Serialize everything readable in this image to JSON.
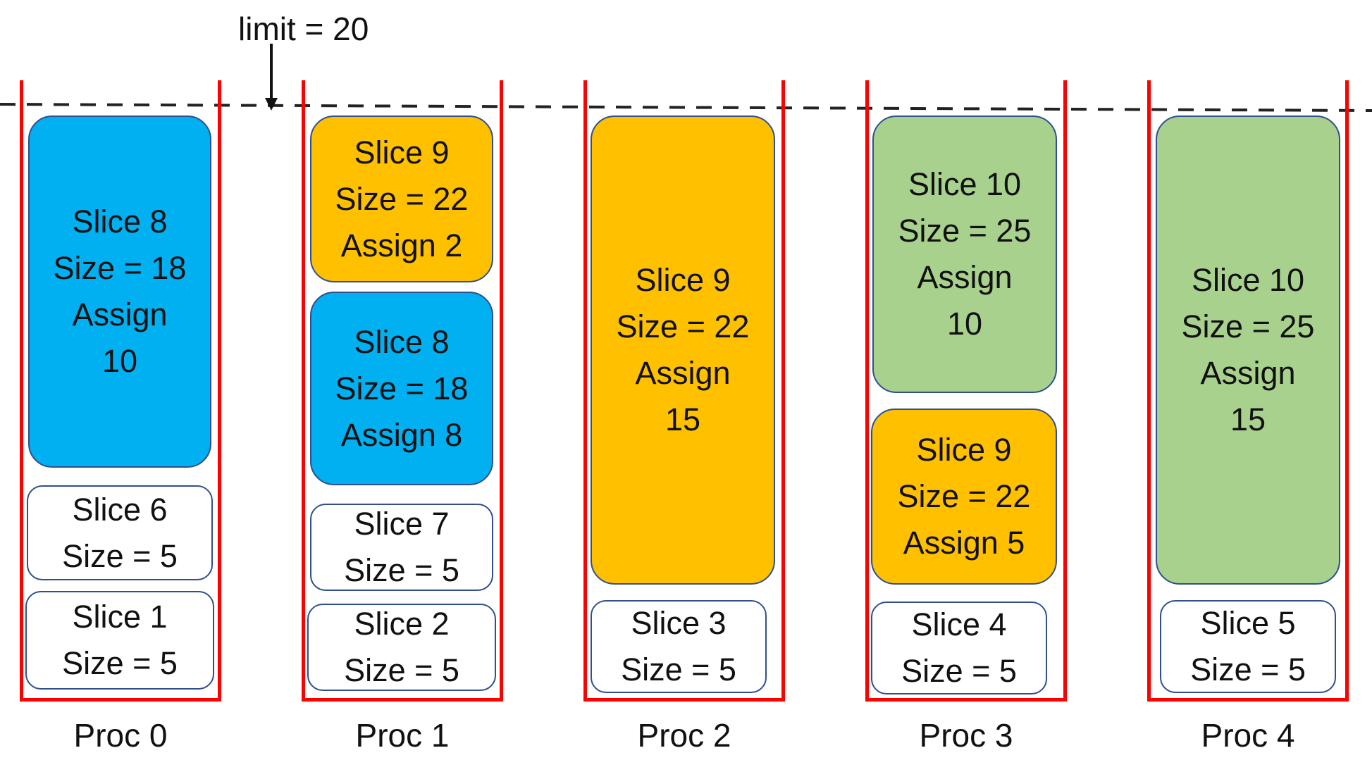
{
  "limit_label": "limit = 20",
  "colors": {
    "blue": "#00b0f0",
    "orange": "#ffc000",
    "green": "#a9d18e",
    "white": "#ffffff",
    "proc_border": "#ff0000",
    "slice_border": "#2f4f8f",
    "limit_line": "#222222"
  },
  "procs": [
    {
      "label": "Proc 0",
      "slices": [
        {
          "color": "blue",
          "lines": [
            "Slice 8",
            "Size = 18",
            "Assign",
            "10"
          ]
        },
        {
          "color": "white",
          "lines": [
            "Slice 6",
            "Size = 5"
          ]
        },
        {
          "color": "white",
          "lines": [
            "Slice 1",
            "Size = 5"
          ]
        }
      ]
    },
    {
      "label": "Proc 1",
      "slices": [
        {
          "color": "orange",
          "lines": [
            "Slice 9",
            "Size = 22",
            "Assign 2"
          ]
        },
        {
          "color": "blue",
          "lines": [
            "Slice 8",
            "Size = 18",
            "Assign 8"
          ]
        },
        {
          "color": "white",
          "lines": [
            "Slice 7",
            "Size = 5"
          ]
        },
        {
          "color": "white",
          "lines": [
            "Slice 2",
            "Size = 5"
          ]
        }
      ]
    },
    {
      "label": "Proc 2",
      "slices": [
        {
          "color": "orange",
          "lines": [
            "Slice 9",
            "Size = 22",
            "Assign",
            "15"
          ]
        },
        {
          "color": "white",
          "lines": [
            "Slice 3",
            "Size = 5"
          ]
        }
      ]
    },
    {
      "label": "Proc 3",
      "slices": [
        {
          "color": "green",
          "lines": [
            "Slice 10",
            "Size = 25",
            "Assign",
            "10"
          ]
        },
        {
          "color": "orange",
          "lines": [
            "Slice 9",
            "Size = 22",
            "Assign 5"
          ]
        },
        {
          "color": "white",
          "lines": [
            "Slice 4",
            "Size = 5"
          ]
        }
      ]
    },
    {
      "label": "Proc 4",
      "slices": [
        {
          "color": "green",
          "lines": [
            "Slice 10",
            "Size = 25",
            "Assign",
            "15"
          ]
        },
        {
          "color": "white",
          "lines": [
            "Slice 5",
            "Size = 5"
          ]
        }
      ]
    }
  ]
}
